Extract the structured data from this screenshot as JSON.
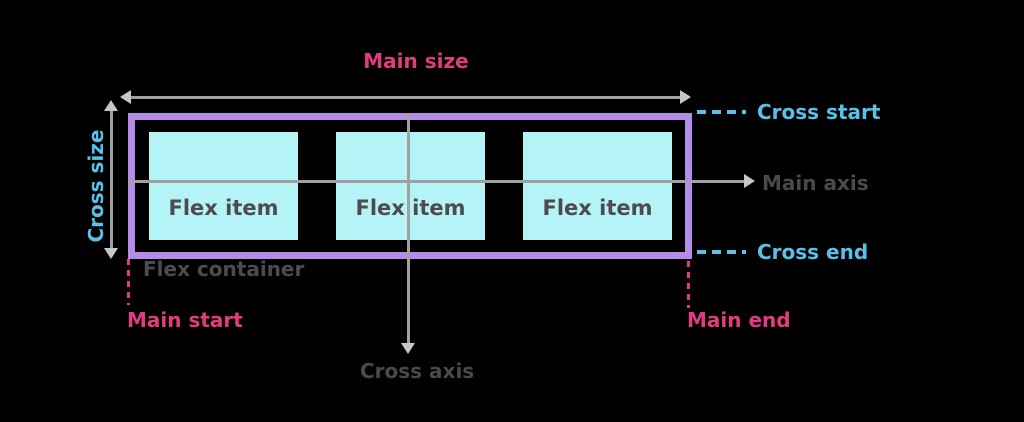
{
  "diagram": {
    "title": "Flexbox terminology diagram",
    "background_color": "#000000",
    "colors": {
      "container_border": "#B48CE8",
      "item_fill": "#B4F4F6",
      "accent_pink": "#E23B80",
      "accent_blue": "#5BC0E8",
      "line_gray": "#A1A1A1",
      "arrowhead_gray": "#C7C7C7",
      "text_dark": "#4F4A4F"
    },
    "labels": {
      "main_size": "Main size",
      "cross_size": "Cross size",
      "main_axis": "Main axis",
      "cross_axis": "Cross axis",
      "cross_start": "Cross start",
      "cross_end": "Cross end",
      "main_start": "Main start",
      "main_end": "Main end",
      "flex_container": "Flex container"
    },
    "items": [
      {
        "label": "Flex item"
      },
      {
        "label": "Flex item"
      },
      {
        "label": "Flex item"
      }
    ]
  }
}
